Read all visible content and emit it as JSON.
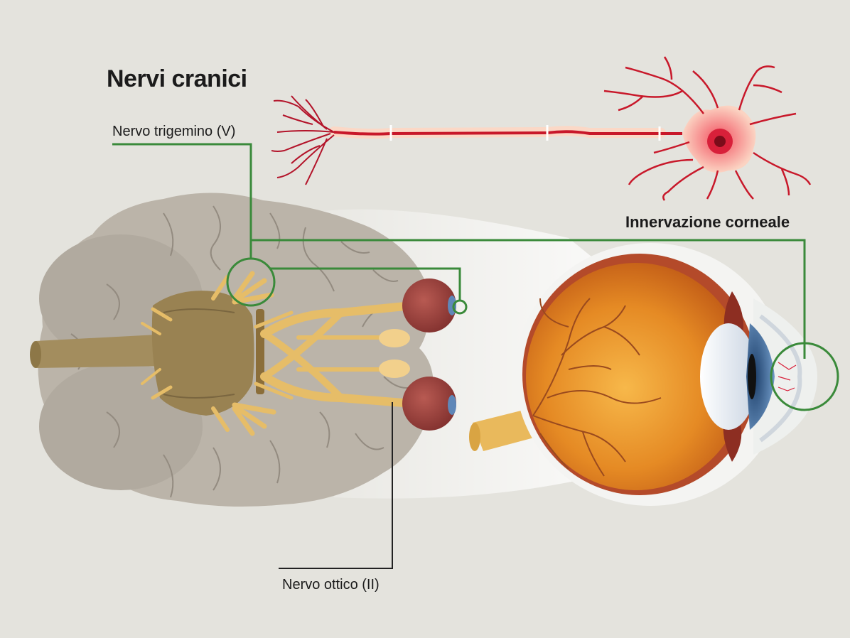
{
  "title": "Nervi cranici",
  "labels": {
    "trigeminal_nerve": "Nervo trigemino (V)",
    "corneal_innervation": "Innervazione corneale",
    "optic_nerve": "Nervo ottico (II)"
  },
  "colors": {
    "background": "#e4e3dd",
    "callout_line": "#3a8a3a",
    "leader_line": "#222222",
    "neuron": "#c8182a",
    "nerve": "#e8c070",
    "brain": "#b8b1a6",
    "eyeball": "#e07a1e"
  }
}
